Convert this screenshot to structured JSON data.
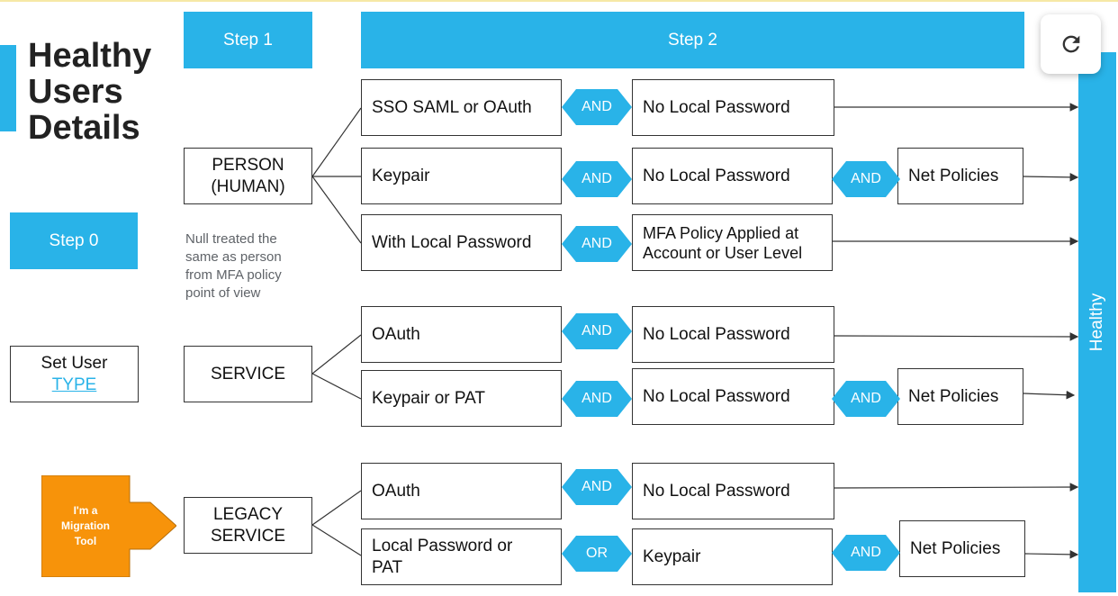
{
  "title_lines": [
    "Healthy",
    "Users",
    "Details"
  ],
  "steps": {
    "step0": "Step 0",
    "step1": "Step 1",
    "step2": "Step 2"
  },
  "set_user": {
    "line1": "Set User",
    "link": "TYPE"
  },
  "migration_tool": {
    "line1": "I'm a",
    "line2": "Migration",
    "line3": "Tool"
  },
  "null_note": "Null treated the same as person from MFA policy point of view",
  "healthy_label": "Healthy",
  "colors": {
    "accent": "#29b3e8",
    "migration": "#f7930a",
    "border": "#333333"
  },
  "types": {
    "person": {
      "line1": "PERSON",
      "line2": "(HUMAN)"
    },
    "service": "SERVICE",
    "legacy": {
      "line1": "LEGACY",
      "line2": "SERVICE"
    }
  },
  "rows": [
    {
      "method": "SSO SAML or OAuth",
      "op1": "AND",
      "second": "No Local Password"
    },
    {
      "method": "Keypair",
      "op1": "AND",
      "second": "No Local Password",
      "op2": "AND",
      "third": "Net Policies"
    },
    {
      "method": "With Local Password",
      "op1": "AND",
      "second_line1": "MFA Policy Applied at",
      "second_line2": "Account or User Level"
    },
    {
      "method": "OAuth",
      "op1": "AND",
      "second": "No Local Password"
    },
    {
      "method": "Keypair or PAT",
      "op1": "AND",
      "second": "No Local Password",
      "op2": "AND",
      "third": "Net Policies"
    },
    {
      "method": "OAuth",
      "op1": "AND",
      "second": "No Local Password"
    },
    {
      "method_line1": "Local Password or",
      "method_line2": "PAT",
      "op1": "OR",
      "second": "Keypair",
      "op2": "AND",
      "third": "Net Policies"
    }
  ],
  "refresh_icon": "refresh-icon"
}
